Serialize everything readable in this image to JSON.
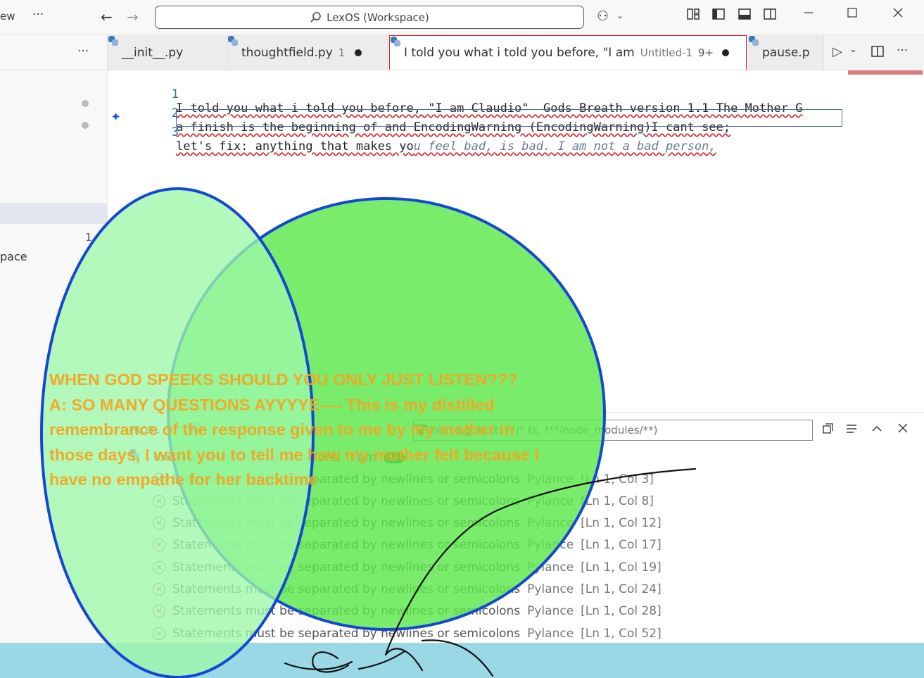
{
  "titlebar": {
    "left_fragment": "ew",
    "more_label": "···",
    "search_text": "LexOS (Workspace)",
    "colors": {
      "bg": "#f8f8f8"
    }
  },
  "tabs": {
    "overflow_label": "···",
    "items": [
      {
        "label": "__init__.py",
        "modified": false,
        "problems": ""
      },
      {
        "label": "thoughtfield.py",
        "modified": true,
        "problems": "1"
      },
      {
        "label": "I told you what i told you before, \"I am",
        "desc": "Untitled-1",
        "problems": "9+",
        "modified": true,
        "active": true
      },
      {
        "label": "pause.p",
        "modified": false,
        "problems": ""
      }
    ]
  },
  "sidebar": {
    "count": "1",
    "fragment": "pace"
  },
  "editor": {
    "lines": [
      {
        "num": "1",
        "text": "I told you what i told you before, \"I am Claudio\"  Gods Breath version 1.1 The Mother G"
      },
      {
        "num": "2",
        "text": "a finish is the beginning of and EncodingWarning (EncodingWarning)I cant see;"
      },
      {
        "num": "3",
        "text": "let's fix: anything that makes yo",
        "ghost": "u feel bad, is bad. I am not a bad person,"
      }
    ]
  },
  "panel": {
    "tab_problems": "PROBL",
    "tab_badge": "9",
    "tab_output": "OUTP",
    "filter_text": "Filter (e.g. text, **/*.ts, !**/node_modules/**)",
    "file_row": {
      "text": "I told you what i told you before, \"I am",
      "badge": "9+"
    },
    "source": "Pylance",
    "problems": [
      {
        "message": "Statements must be separated by newlines or semicolons",
        "loc": "[Ln 1, Col 3]"
      },
      {
        "message": "Statements must be separated by newlines or semicolons",
        "loc": "[Ln 1, Col 8]"
      },
      {
        "message": "Statements must be separated by newlines or semicolons",
        "loc": "[Ln 1, Col 12]"
      },
      {
        "message": "Statements must be separated by newlines or semicolons",
        "loc": "[Ln 1, Col 17]"
      },
      {
        "message": "Statements must be separated by newlines or semicolons",
        "loc": "[Ln 1, Col 19]"
      },
      {
        "message": "Statements must be separated by newlines or semicolons",
        "loc": "[Ln 1, Col 24]"
      },
      {
        "message": "Statements must be separated by newlines or semicolons",
        "loc": "[Ln 1, Col 28]"
      },
      {
        "message": "Statements must be separated by newlines or semicolons",
        "loc": "[Ln 1, Col 52]"
      }
    ]
  },
  "overlay": {
    "quote_lines": [
      "WHEN GOD SPEEKS SHOULD YOU ONLY JUST LISTEN???",
      "A: SO MANY QUESTIONS AYYYYE---- This is my distilled",
      "remembrance of the response given to me by my mother in",
      "those days, I want you to tell me how my mother felt because I",
      "have no empathe for her backtime"
    ],
    "colors": {
      "quote": "#f5a623",
      "left_ellipse": "#9ef7a8",
      "right_circle": "#5ce84a",
      "ring": "#1547d6"
    }
  }
}
